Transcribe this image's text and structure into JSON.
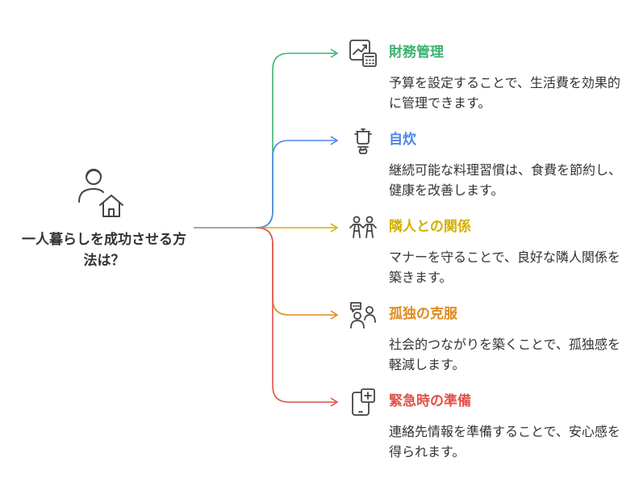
{
  "root": {
    "title": "一人暮らしを成功させる方法は？",
    "icon": "person-house-icon"
  },
  "nodes": [
    {
      "title": "財務管理",
      "description": "予算を設定することで、生活費を効果的に管理できます。",
      "color": "#3cb371",
      "icon": "chart-calculator-icon"
    },
    {
      "title": "自炊",
      "description": "継続可能な料理習慣は、食費を節約し、健康を改善します。",
      "color": "#4a86e8",
      "icon": "cooking-pot-icon"
    },
    {
      "title": "隣人との関係",
      "description": "マナーを守ることで、良好な隣人関係を築きます。",
      "color": "#d4b000",
      "icon": "neighbors-icon"
    },
    {
      "title": "孤独の克服",
      "description": "社会的つながりを築くことで、孤独感を軽減します。",
      "color": "#e08a1e",
      "icon": "people-chat-icon"
    },
    {
      "title": "緊急時の準備",
      "description": "連絡先情報を準備することで、安心感を得られます。",
      "color": "#e0524a",
      "icon": "phone-medical-icon"
    }
  ]
}
